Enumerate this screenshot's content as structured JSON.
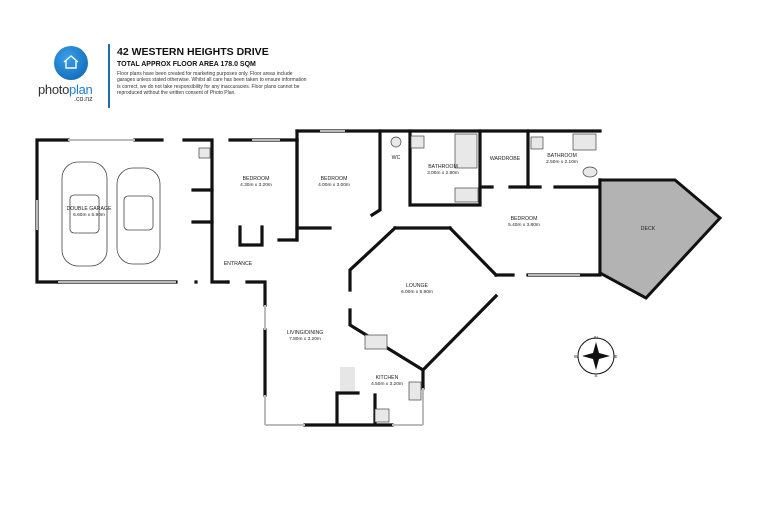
{
  "header": {
    "logo_text_1": "photo",
    "logo_text_2": "plan",
    "logo_sub": ".co.nz",
    "title": "42 WESTERN HEIGHTS DRIVE",
    "subtitle": "TOTAL APPROX FLOOR AREA 178.0 SQM",
    "disclaimer": "Floor plans have been created for marketing purposes only. Floor areas include garages unless stated otherwise. Whilst all care has been taken to ensure information is correct, we do not take responsibility for any inaccuracies. Floor plans cannot be reproduced without the written consent of Photo Plan."
  },
  "rooms": [
    {
      "name": "DOUBLE GARAGE",
      "dims": "6.60m  x 5.90m"
    },
    {
      "name": "BEDROOM",
      "dims": "4.30m  x 3.20m"
    },
    {
      "name": "BEDROOM",
      "dims": "4.00m  x 3.00m"
    },
    {
      "name": "WC",
      "dims": ""
    },
    {
      "name": "BATHROOM",
      "dims": "3.00m  x 2.90m"
    },
    {
      "name": "WARDROBE",
      "dims": ""
    },
    {
      "name": "BATHROOM",
      "dims": "2.50m  x 2.10m"
    },
    {
      "name": "BEDROOM",
      "dims": "5.40m  x 3.80m"
    },
    {
      "name": "DECK",
      "dims": ""
    },
    {
      "name": "ENTRANCE",
      "dims": ""
    },
    {
      "name": "LOUNGE",
      "dims": "6.00m  x 5.90m"
    },
    {
      "name": "LIVING/DINING",
      "dims": "7.80m  x 3.20m"
    },
    {
      "name": "KITCHEN",
      "dims": "4.50m  x 3.20m"
    }
  ],
  "compass": {
    "n": "N",
    "s": "S",
    "e": "E",
    "w": "W"
  },
  "colors": {
    "deck": "#b3b3b3",
    "wall": "#111111",
    "accent": "#1a6fa8"
  }
}
